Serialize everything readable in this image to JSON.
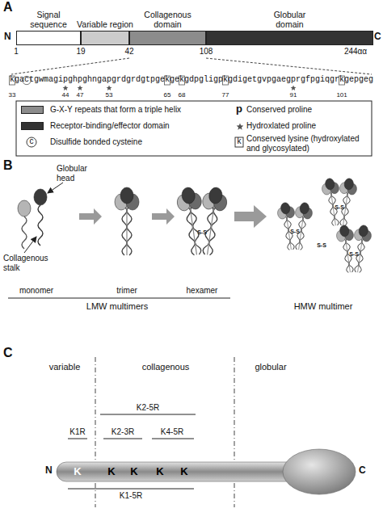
{
  "diagram": {
    "nodes": [
      {
        "text": [
          "Signal sequence"
        ]
      },
      {
        "text": [
          "Variable region"
        ]
      },
      {
        "text": [
          "Collagenous domain"
        ]
      },
      {
        "text": [
          "Globular domain"
        ]
      }
    ],
    "labels": [
      "A",
      "N",
      "C",
      "1",
      "19",
      "42",
      "108",
      "244αα",
      "kgactgwmagipghpghngapgrdgrdgtpgekgekgdpgligpkgdigetgvpgaegprgfpgiqgrkgepgeg",
      "33",
      "44",
      "47",
      "53",
      "65",
      "68",
      "77",
      "91",
      "101",
      "p",
      "c",
      "k",
      "B",
      "Globular head",
      "Collagenous stalk",
      "S-S",
      "S-S",
      "S-S",
      "S-S",
      "S-S",
      "monomer",
      "trimer",
      "hexamer",
      "LMW multimers",
      "HMW multimer",
      "C",
      "variable",
      "collagenous",
      "globular",
      "N",
      "K",
      "K",
      "K",
      "K",
      "K",
      "K2-5R",
      "K1R",
      "K2-3R",
      "K4-5R",
      "K1-5R",
      "C"
    ],
    "legend": [
      {
        "text": "G-X-Y repeats that form a triple helix",
        "color": "#8c8c8c"
      },
      {
        "text": "Conserved proline"
      },
      {
        "text": "Receptor-binding/effector domain",
        "color": "#333333"
      },
      {
        "text": "Hydroxlated proline"
      },
      {
        "text": "Disulfide bonded cysteine"
      },
      {
        "text": "Conserved lysine (hydroxylated and glycosylated)"
      }
    ]
  }
}
